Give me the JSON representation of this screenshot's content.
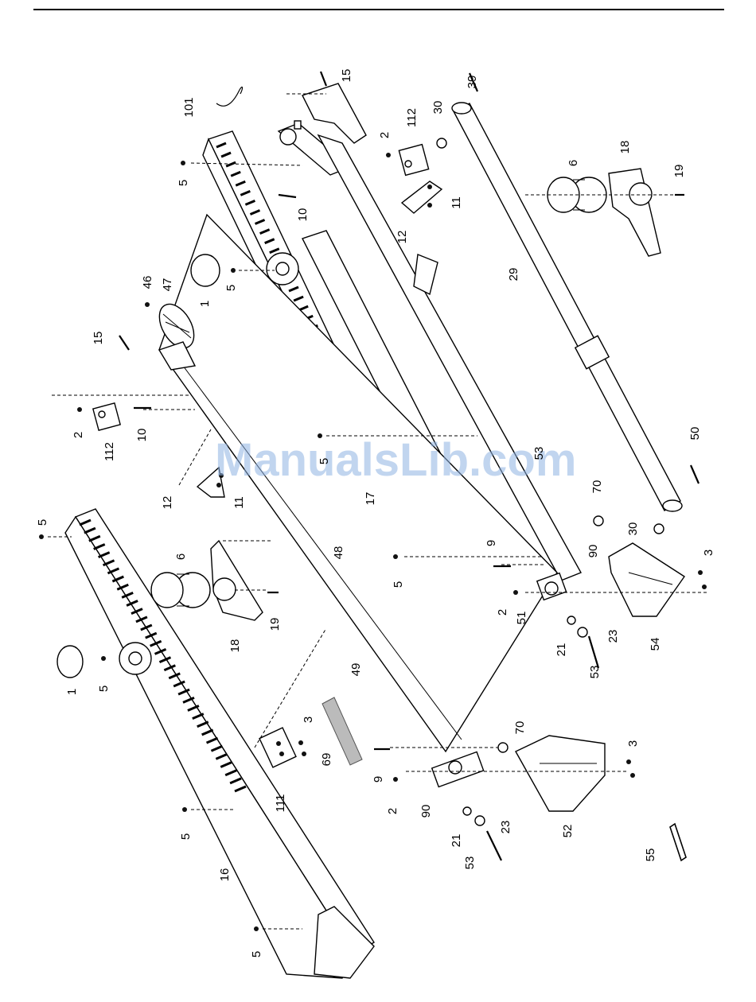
{
  "watermark": "ManualsLib.com",
  "callouts": [
    {
      "id": "c15a",
      "text": "15"
    },
    {
      "id": "c101",
      "text": "101"
    },
    {
      "id": "c39",
      "text": "39"
    },
    {
      "id": "c30a",
      "text": "30"
    },
    {
      "id": "c2a",
      "text": "2"
    },
    {
      "id": "c112a",
      "text": "112"
    },
    {
      "id": "c5a",
      "text": "5"
    },
    {
      "id": "c10a",
      "text": "10"
    },
    {
      "id": "c11a",
      "text": "11"
    },
    {
      "id": "c12a",
      "text": "12"
    },
    {
      "id": "c6a",
      "text": "6"
    },
    {
      "id": "c18a",
      "text": "18"
    },
    {
      "id": "c19a",
      "text": "19"
    },
    {
      "id": "c5b",
      "text": "5"
    },
    {
      "id": "c1a",
      "text": "1"
    },
    {
      "id": "c46",
      "text": "46"
    },
    {
      "id": "c47",
      "text": "47"
    },
    {
      "id": "c29",
      "text": "29"
    },
    {
      "id": "c15b",
      "text": "15"
    },
    {
      "id": "c2b",
      "text": "2"
    },
    {
      "id": "c112b",
      "text": "112"
    },
    {
      "id": "c10b",
      "text": "10"
    },
    {
      "id": "c5c",
      "text": "5"
    },
    {
      "id": "c53a",
      "text": "53"
    },
    {
      "id": "c50",
      "text": "50"
    },
    {
      "id": "c12b",
      "text": "12"
    },
    {
      "id": "c11b",
      "text": "11"
    },
    {
      "id": "c17",
      "text": "17"
    },
    {
      "id": "c70a",
      "text": "70"
    },
    {
      "id": "c30b",
      "text": "30"
    },
    {
      "id": "c5d",
      "text": "5"
    },
    {
      "id": "c6b",
      "text": "6"
    },
    {
      "id": "c48",
      "text": "48"
    },
    {
      "id": "c9a",
      "text": "9"
    },
    {
      "id": "c90a",
      "text": "90"
    },
    {
      "id": "c3a",
      "text": "3"
    },
    {
      "id": "c5e",
      "text": "5"
    },
    {
      "id": "c19b",
      "text": "19"
    },
    {
      "id": "c18b",
      "text": "18"
    },
    {
      "id": "c2c",
      "text": "2"
    },
    {
      "id": "c51",
      "text": "51"
    },
    {
      "id": "c21a",
      "text": "21"
    },
    {
      "id": "c23a",
      "text": "23"
    },
    {
      "id": "c54",
      "text": "54"
    },
    {
      "id": "c53b",
      "text": "53"
    },
    {
      "id": "c1b",
      "text": "1"
    },
    {
      "id": "c5f",
      "text": "5"
    },
    {
      "id": "c49",
      "text": "49"
    },
    {
      "id": "c3b",
      "text": "3"
    },
    {
      "id": "c70b",
      "text": "70"
    },
    {
      "id": "c69",
      "text": "69"
    },
    {
      "id": "c3c",
      "text": "3"
    },
    {
      "id": "c111",
      "text": "111"
    },
    {
      "id": "c9b",
      "text": "9"
    },
    {
      "id": "c2d",
      "text": "2"
    },
    {
      "id": "c90b",
      "text": "90"
    },
    {
      "id": "c52",
      "text": "52"
    },
    {
      "id": "c5g",
      "text": "5"
    },
    {
      "id": "c21b",
      "text": "21"
    },
    {
      "id": "c23b",
      "text": "23"
    },
    {
      "id": "c53c",
      "text": "53"
    },
    {
      "id": "c55",
      "text": "55"
    },
    {
      "id": "c16",
      "text": "16"
    },
    {
      "id": "c5h",
      "text": "5"
    }
  ]
}
